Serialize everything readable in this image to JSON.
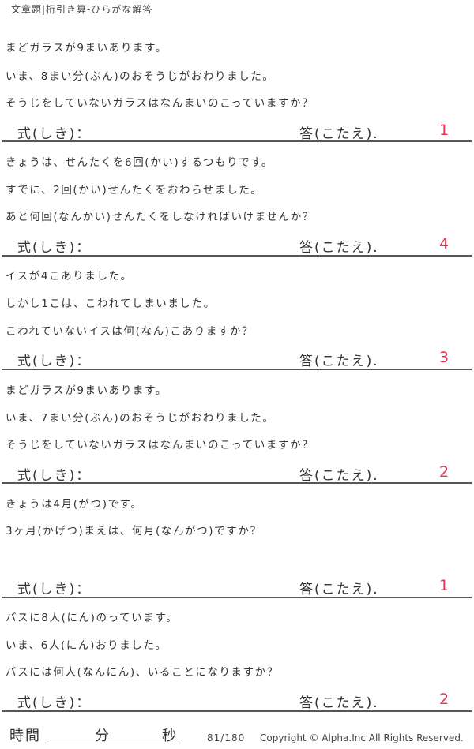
{
  "header": {
    "title": "文章題|桁引き算-ひらがな解答"
  },
  "labels": {
    "formula": "式(しき)：",
    "answer": "答(こたえ)."
  },
  "problems": [
    {
      "lines": [
        "まどガラスが9まいあります。",
        "いま、8まい分(ぶん)のおそうじがおわりました。",
        "そうじをしていないガラスはなんまいのこっていますか？"
      ],
      "answer": "1"
    },
    {
      "lines": [
        "きょうは、せんたくを6回(かい)するつもりです。",
        "すでに、2回(かい)せんたくをおわらせました。",
        "あと何回(なんかい)せんたくをしなければいけませんか？"
      ],
      "answer": "4"
    },
    {
      "lines": [
        "イスが4こありました。",
        "しかし1こは、こわれてしまいました。",
        "こわれていないイスは何(なん)こありますか？"
      ],
      "answer": "3"
    },
    {
      "lines": [
        "まどガラスが9まいあります。",
        "いま、7まい分(ぶん)のおそうじがおわりました。",
        "そうじをしていないガラスはなんまいのこっていますか？"
      ],
      "answer": "2"
    },
    {
      "lines": [
        "きょうは4月(がつ)です。",
        "3ヶ月(かげつ)まえは、何月(なんがつ)ですか？",
        ""
      ],
      "answer": "1"
    },
    {
      "lines": [
        "バスに8人(にん)のっています。",
        "いま、6人(にん)おりました。",
        "バスには何人(なんにん)、いることになりますか？"
      ],
      "answer": "2"
    }
  ],
  "footer": {
    "time_label": "時間",
    "minutes_label": "分",
    "seconds_label": "秒",
    "page": "81/180",
    "copyright": "Copyright ©  Alpha.Inc All Rights Reserved."
  },
  "colors": {
    "answer": "#e8334a",
    "rule": "#5a5454"
  }
}
